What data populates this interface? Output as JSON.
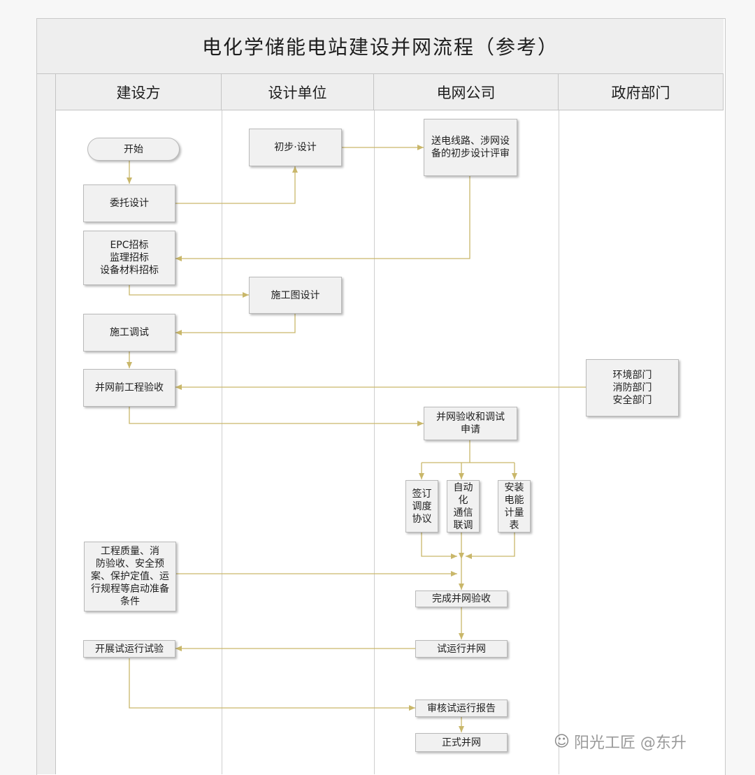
{
  "title": "电化学储能电站建设并网流程（参考）",
  "lanes": [
    "建设方",
    "设计单位",
    "电网公司",
    "政府部门"
  ],
  "nodes": {
    "start": "开始",
    "prelim_design": "初步·设计",
    "grid_review": "送电线路、涉网设\n备的初步设计评审",
    "commission_design": "委托设计",
    "tendering": "EPC招标\n监理招标\n设备材料招标",
    "construction_design": "施工图设计",
    "construction_debug": "施工调试",
    "pre_grid_acceptance": "并网前工程验收",
    "gov_depts": "环境部门\n消防部门\n安全部门",
    "grid_apply": "并网验收和调试\n申请",
    "sign_dispatch": "签订\n调度\n协议",
    "auto_comm": "自动\n化\n通信\n联调",
    "install_meter": "安装\n电能\n计量\n表",
    "startup_conditions": "工程质量、消\n防验收、安全预\n案、保护定值、运\n行规程等启动准备\n条件",
    "complete_acceptance": "完成并网验收",
    "trial_run_test": "开展试运行试验",
    "trial_grid": "试运行并网",
    "review_report": "审核试运行报告",
    "formal_grid": "正式并网"
  },
  "watermark": {
    "icon": "wechat-icon",
    "text": "阳光工匠  @东升"
  },
  "colors": {
    "arrow": "#c9b76a",
    "node_fill": "#f1f1f1",
    "header_fill": "#eeeeee"
  }
}
